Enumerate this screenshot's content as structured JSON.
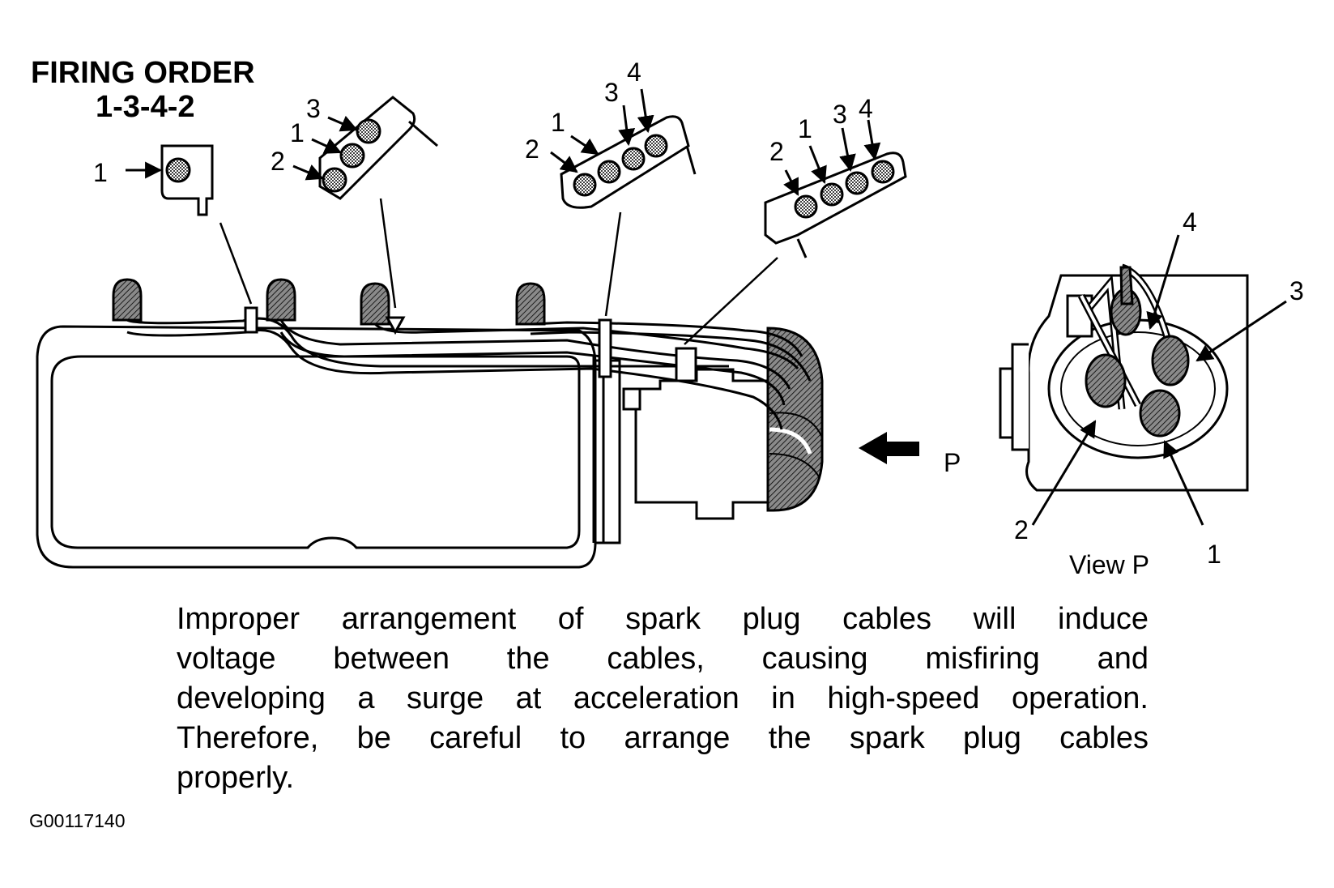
{
  "title": {
    "line1": "FIRING ORDER",
    "line2": "1-3-4-2"
  },
  "callouts": {
    "detail_a": {
      "n1": "1"
    },
    "detail_b": {
      "n3": "3",
      "n1": "1",
      "n2": "2"
    },
    "detail_c": {
      "n2": "2",
      "n1": "1",
      "n3": "3",
      "n4": "4"
    },
    "detail_d": {
      "n2": "2",
      "n1": "1",
      "n3": "3",
      "n4": "4"
    },
    "view_arrow": "P",
    "view_p": {
      "caption": "View P",
      "n1": "1",
      "n2": "2",
      "n3": "3",
      "n4": "4"
    }
  },
  "caption": {
    "line1": "Improper arrangement of spark plug cables will induce",
    "line2": "voltage between the cables, causing misfiring and",
    "line3": "developing a surge at acceleration in high-speed operation.",
    "line4": "Therefore, be careful to arrange the spark plug cables",
    "line5": "properly."
  },
  "figure_code": "G00117140",
  "colors": {
    "ink": "#000000",
    "paper": "#ffffff",
    "shade": "#9a9a9a"
  }
}
